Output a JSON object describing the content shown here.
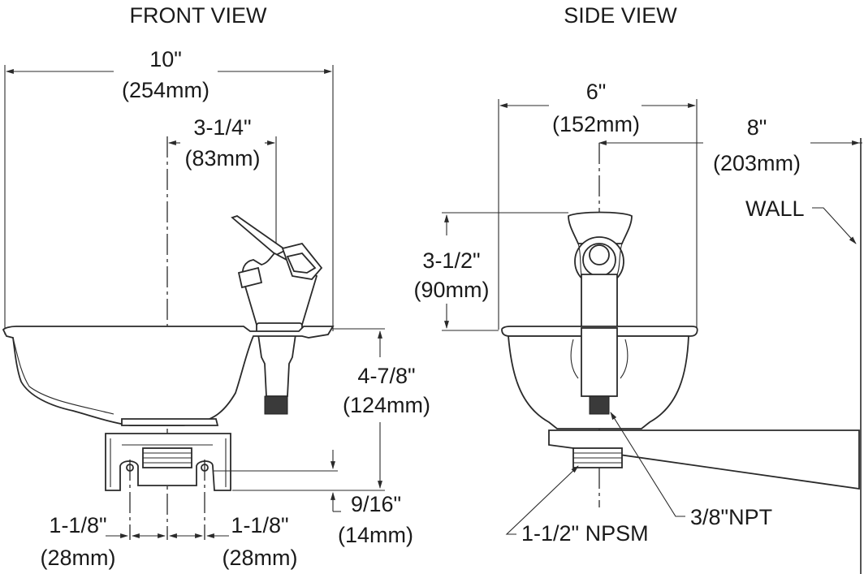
{
  "front": {
    "title": "FRONT VIEW",
    "width_in": "10\"",
    "width_mm": "(254mm)",
    "center_in": "3-1/4\"",
    "center_mm": "(83mm)",
    "height_in": "4-7/8\"",
    "height_mm": "(124mm)",
    "drop_in": "9/16\"",
    "drop_mm": "(14mm)",
    "left_in": "1-1/8\"",
    "left_mm": "(28mm)",
    "right_in": "1-1/8\"",
    "right_mm": "(28mm)"
  },
  "side": {
    "title": "SIDE VIEW",
    "width_in": "6\"",
    "width_mm": "(152mm)",
    "offset_in": "8\"",
    "offset_mm": "(203mm)",
    "wall_label": "WALL",
    "height_in": "3-1/2\"",
    "height_mm": "(90mm)",
    "npsm_label": "1-1/2\" NPSM",
    "npt_label": "3/8\"NPT"
  }
}
